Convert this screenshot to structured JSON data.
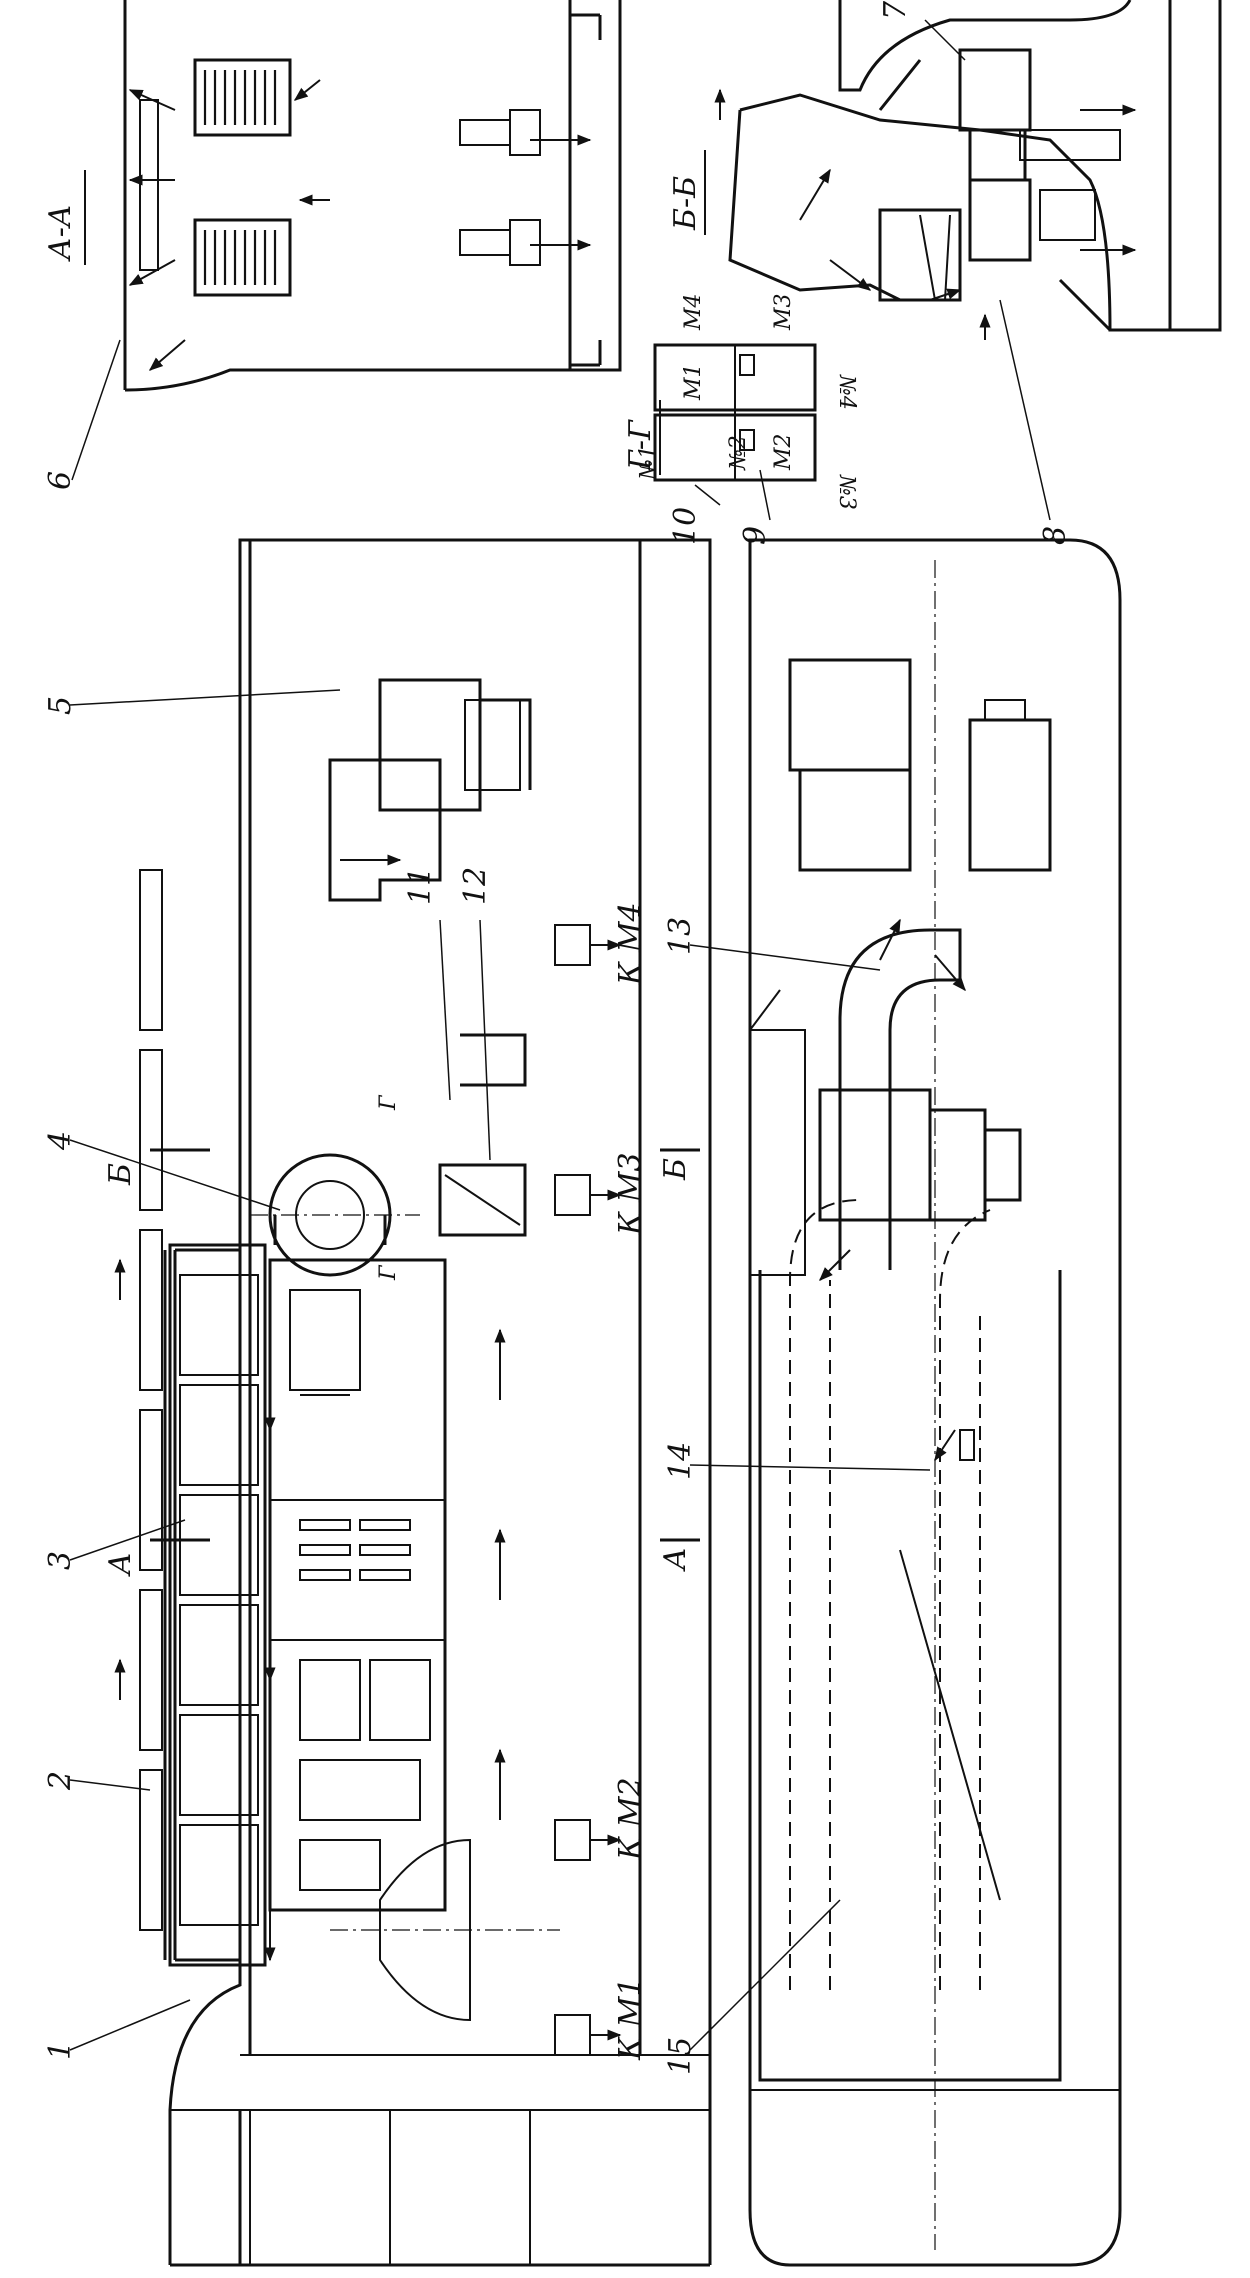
{
  "labels": {
    "n1": "1",
    "n2": "2",
    "n3": "3",
    "n4": "4",
    "n5": "5",
    "n6": "6",
    "n7": "7",
    "n8": "8",
    "n9": "9",
    "n10": "10",
    "n11": "11",
    "n12": "12",
    "n13": "13",
    "n14": "14",
    "n15": "15"
  },
  "sections": {
    "aa": "А-А",
    "bb": "Б-Б",
    "gg": "Г-Г",
    "a": "А",
    "b": "Б",
    "g": "Г"
  },
  "motors": {
    "km1": "К М1",
    "km2": "К М2",
    "km3": "К М3",
    "km4": "К М4",
    "m1": "М1",
    "m2": "М2",
    "m3": "М3",
    "m4": "М4",
    "no1": "№1",
    "no2": "№2",
    "no3": "№3",
    "no4": "№4"
  }
}
